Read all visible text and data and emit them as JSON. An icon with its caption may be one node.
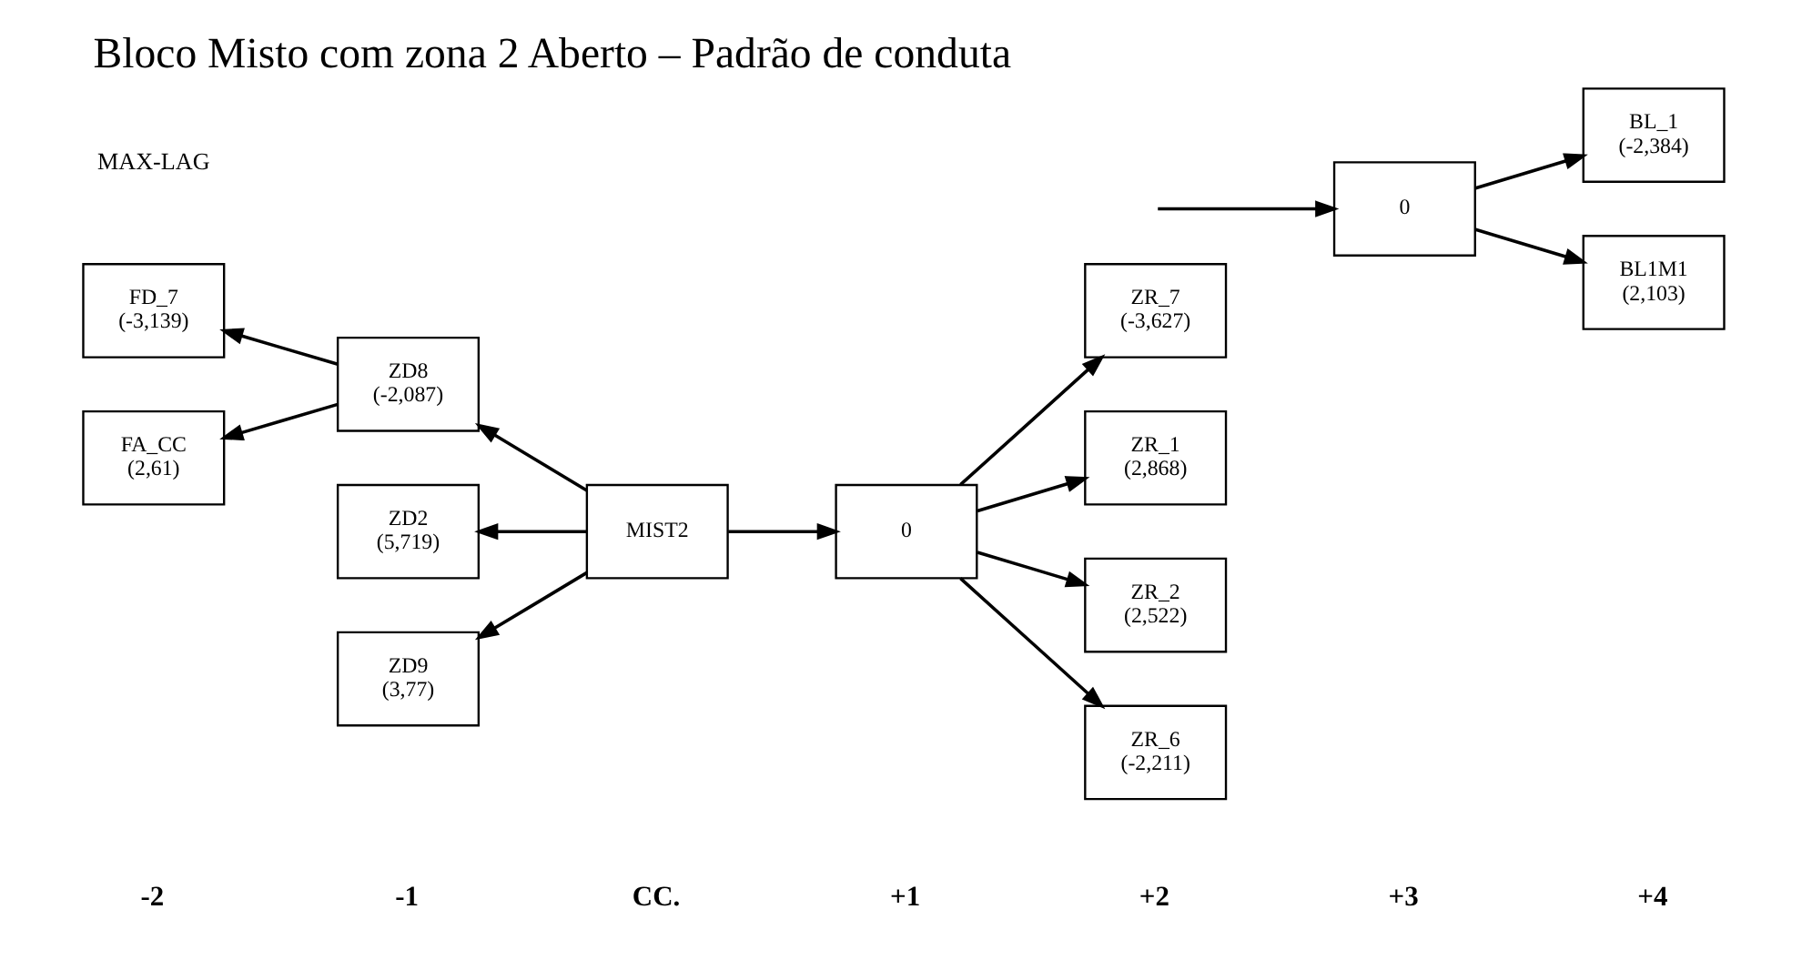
{
  "diagram": {
    "title": "Bloco Misto com zona 2 Aberto – Padrão de conduta",
    "nodes": [
      {
        "text": [
          "FD_7",
          "(-3,139)"
        ]
      },
      {
        "text": [
          "FA_CC",
          "(2,61)"
        ]
      },
      {
        "text": [
          "ZD2",
          "(5,719)"
        ]
      },
      {
        "text": [
          "ZD8",
          "(-2,087)"
        ]
      },
      {
        "text": [
          "ZD9",
          "(3,77)"
        ]
      },
      {
        "text": [
          "MIST2"
        ]
      },
      {
        "text": [
          "0"
        ]
      },
      {
        "text": [
          "ZR_7",
          "(-3,627)"
        ]
      },
      {
        "text": [
          "ZR_1",
          "(2,868)"
        ]
      },
      {
        "text": [
          "ZR_2",
          "(2,522)"
        ]
      },
      {
        "text": [
          "ZR_6",
          "(-2,211)"
        ]
      },
      {
        "text": [
          "0"
        ]
      },
      {
        "text": [
          "BL_1",
          "(-2,384)"
        ]
      },
      {
        "text": [
          "BL1M1",
          "(2,103)"
        ]
      }
    ],
    "edges": [
      {
        "from": 5,
        "to": 2,
        "arrow": "to"
      },
      {
        "from": 5,
        "to": 3,
        "arrow": "to"
      },
      {
        "from": 5,
        "to": 4,
        "arrow": "to"
      },
      {
        "from": 3,
        "to": 0,
        "arrow": "to"
      },
      {
        "from": 3,
        "to": 1,
        "arrow": "to"
      },
      {
        "from": 5,
        "to": 6,
        "arrow": "to"
      },
      {
        "from": 6,
        "to": 7,
        "arrow": "to"
      },
      {
        "from": 6,
        "to": 8,
        "arrow": "to"
      },
      {
        "from": 6,
        "to": 9,
        "arrow": "to"
      },
      {
        "from": 6,
        "to": 10,
        "arrow": "to"
      },
      {
        "from": null,
        "to": 11,
        "arrow": "to"
      },
      {
        "from": 11,
        "to": 12,
        "arrow": "to"
      },
      {
        "from": 11,
        "to": 13,
        "arrow": "to"
      }
    ],
    "labels": [
      "-2",
      "-1",
      "CC.",
      "+1",
      "+2",
      "+3",
      "+4",
      "MAX-LAG"
    ]
  }
}
